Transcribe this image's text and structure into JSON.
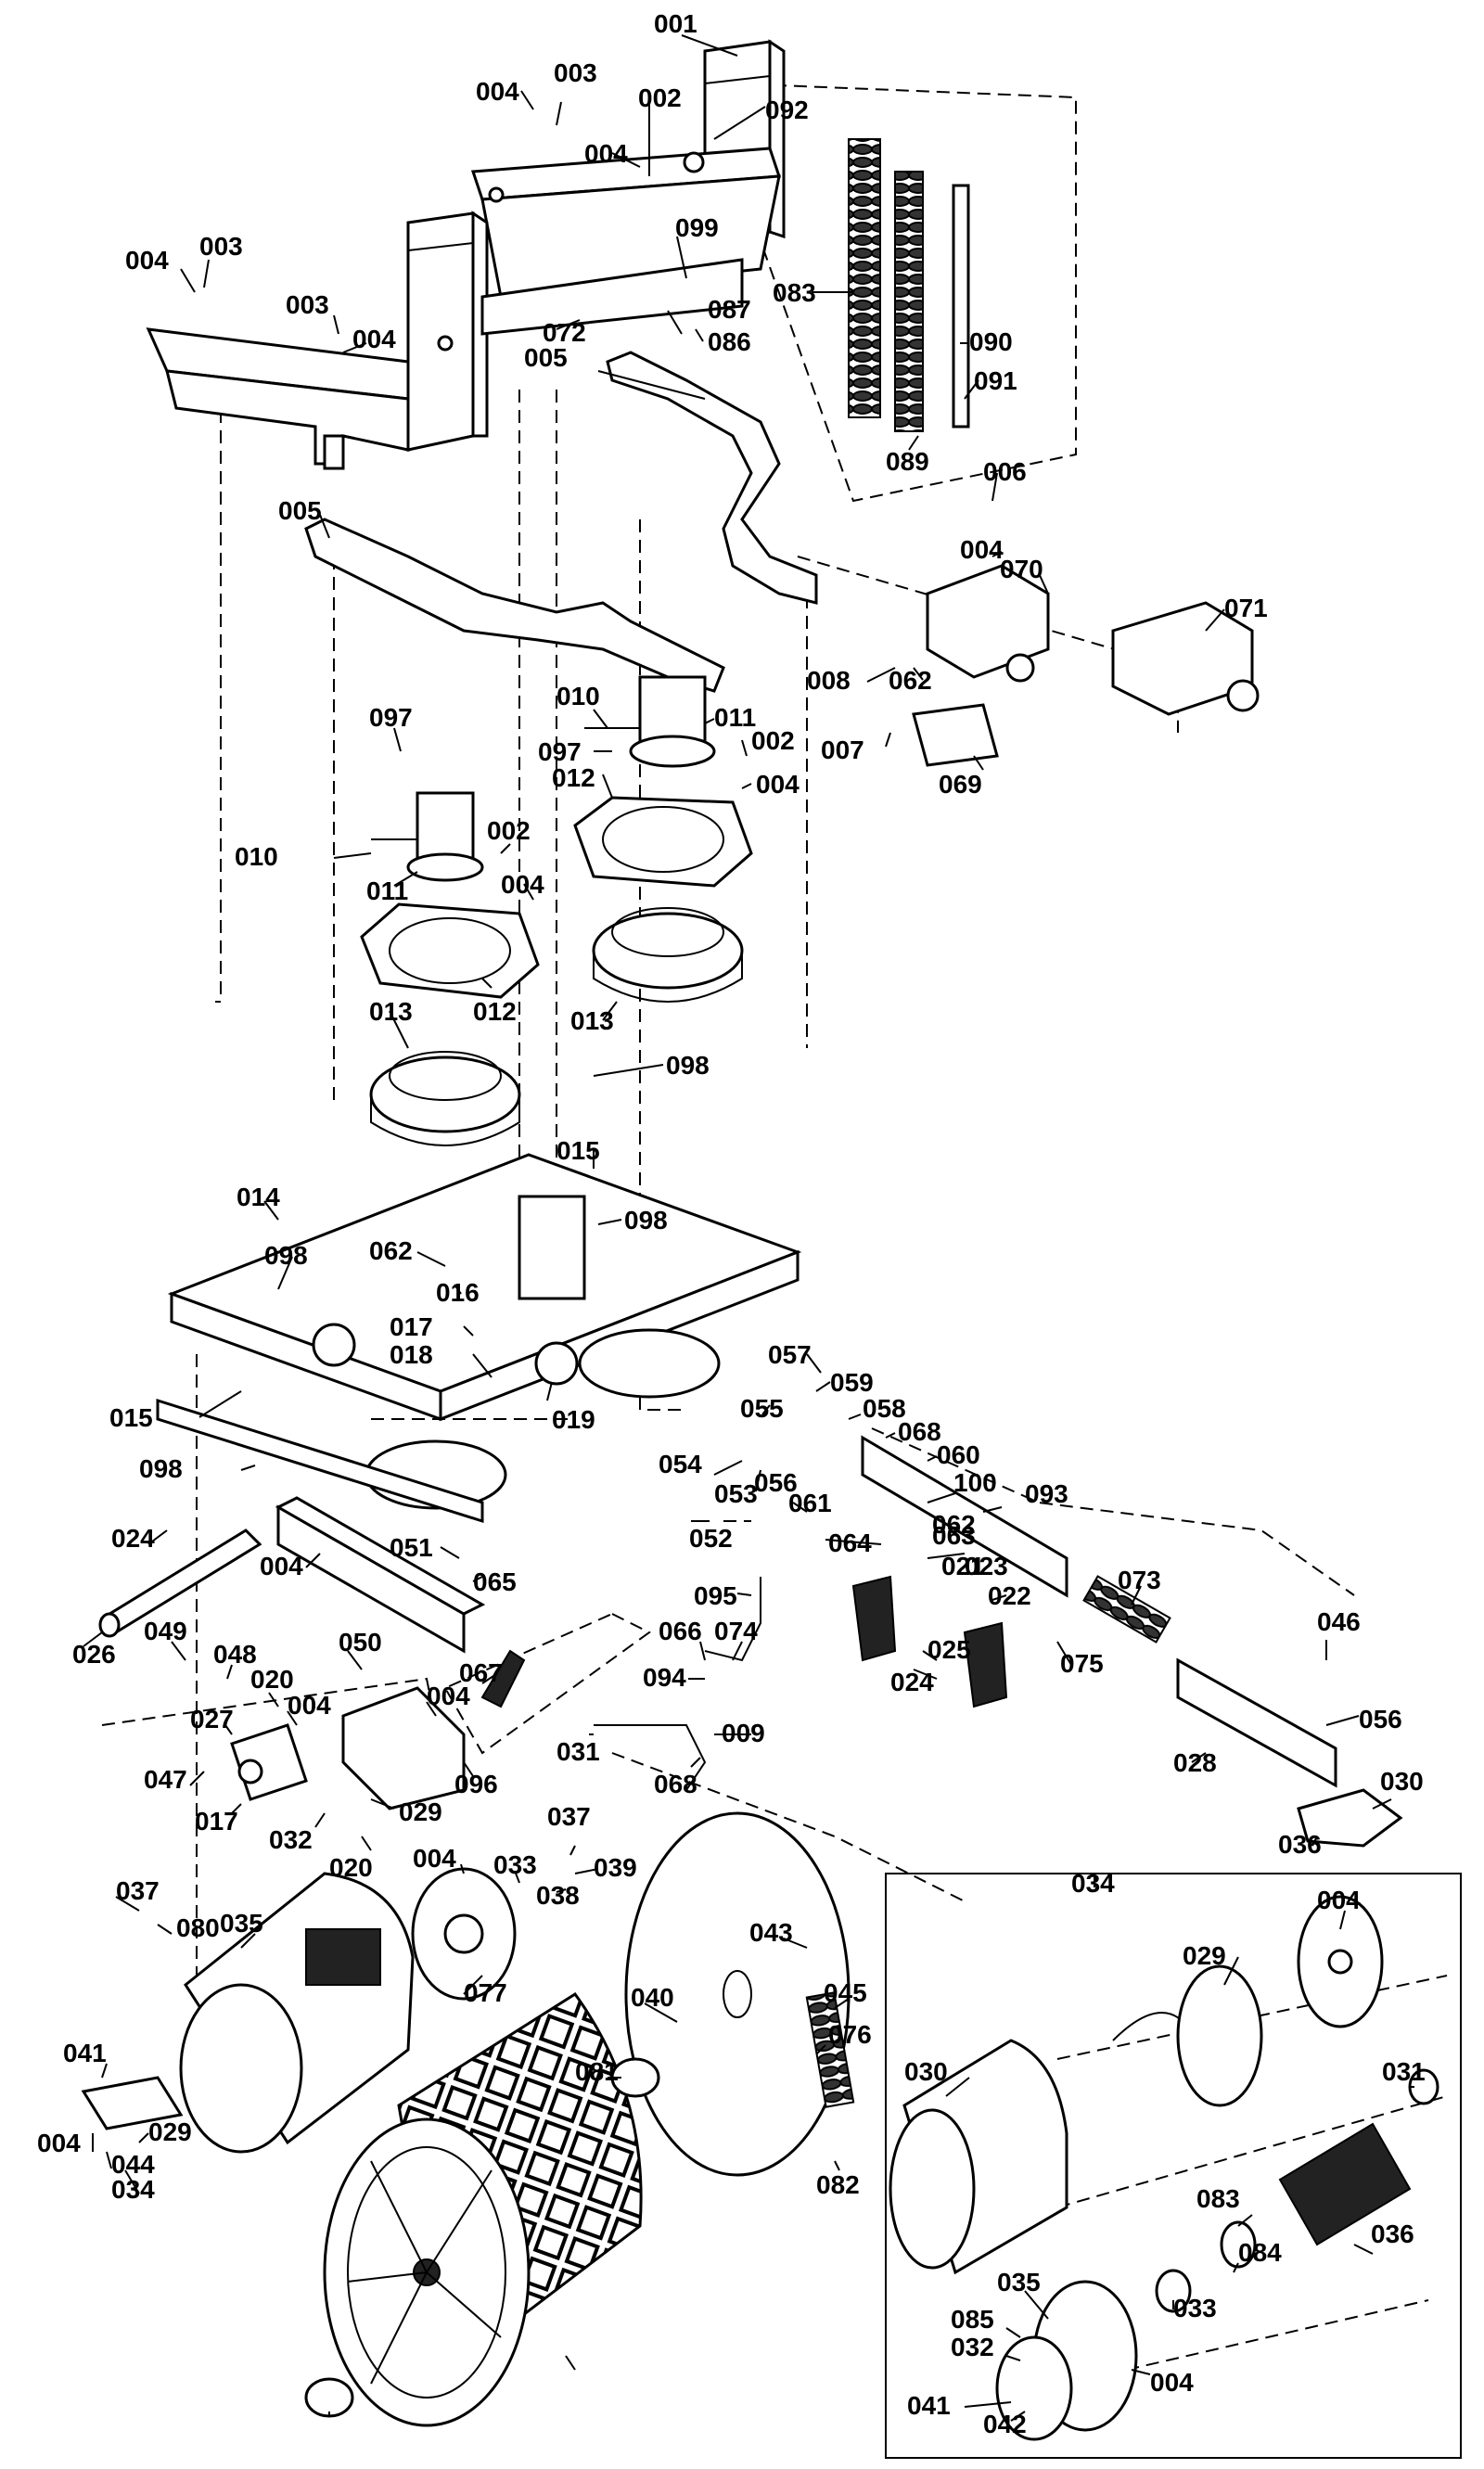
{
  "labels": [
    {
      "id": "l001",
      "text": "001"
    },
    {
      "id": "l003a",
      "text": "003"
    },
    {
      "id": "l004a",
      "text": "004"
    },
    {
      "id": "l002a",
      "text": "002"
    },
    {
      "id": "l004b",
      "text": "004"
    },
    {
      "id": "l092",
      "text": "092"
    },
    {
      "id": "l004c",
      "text": "004"
    },
    {
      "id": "l003b",
      "text": "003"
    },
    {
      "id": "l099",
      "text": "099"
    },
    {
      "id": "l083a",
      "text": "083"
    },
    {
      "id": "l003c",
      "text": "003"
    },
    {
      "id": "l004d",
      "text": "004"
    },
    {
      "id": "l072",
      "text": "072"
    },
    {
      "id": "l087",
      "text": "087"
    },
    {
      "id": "l086",
      "text": "086"
    },
    {
      "id": "l090",
      "text": "090"
    },
    {
      "id": "l005a",
      "text": "005"
    },
    {
      "id": "l091",
      "text": "091"
    },
    {
      "id": "l089",
      "text": "089"
    },
    {
      "id": "l006",
      "text": "006"
    },
    {
      "id": "l005b",
      "text": "005"
    },
    {
      "id": "l004e",
      "text": "004"
    },
    {
      "id": "l070",
      "text": "070"
    },
    {
      "id": "l071",
      "text": "071"
    },
    {
      "id": "l008",
      "text": "008"
    },
    {
      "id": "l062a",
      "text": "062"
    },
    {
      "id": "l010a",
      "text": "010"
    },
    {
      "id": "l011a",
      "text": "011"
    },
    {
      "id": "l097a",
      "text": "097"
    },
    {
      "id": "l097b",
      "text": "097"
    },
    {
      "id": "l002b",
      "text": "002"
    },
    {
      "id": "l007",
      "text": "007"
    },
    {
      "id": "l012a",
      "text": "012"
    },
    {
      "id": "l004f",
      "text": "004"
    },
    {
      "id": "l069",
      "text": "069"
    },
    {
      "id": "l002c",
      "text": "002"
    },
    {
      "id": "l010b",
      "text": "010"
    },
    {
      "id": "l004g",
      "text": "004"
    },
    {
      "id": "l011b",
      "text": "011"
    },
    {
      "id": "l012b",
      "text": "012"
    },
    {
      "id": "l013a",
      "text": "013"
    },
    {
      "id": "l013b",
      "text": "013"
    },
    {
      "id": "l098a",
      "text": "098"
    },
    {
      "id": "l015a",
      "text": "015"
    },
    {
      "id": "l014",
      "text": "014"
    },
    {
      "id": "l098b",
      "text": "098"
    },
    {
      "id": "l062b",
      "text": "062"
    },
    {
      "id": "l098c",
      "text": "098"
    },
    {
      "id": "l016",
      "text": "016"
    },
    {
      "id": "l017a",
      "text": "017"
    },
    {
      "id": "l018",
      "text": "018"
    },
    {
      "id": "l057",
      "text": "057"
    },
    {
      "id": "l059",
      "text": "059"
    },
    {
      "id": "l015b",
      "text": "015"
    },
    {
      "id": "l019",
      "text": "019"
    },
    {
      "id": "l055",
      "text": "055"
    },
    {
      "id": "l058",
      "text": "058"
    },
    {
      "id": "l068a",
      "text": "068"
    },
    {
      "id": "l060",
      "text": "060"
    },
    {
      "id": "l098d",
      "text": "098"
    },
    {
      "id": "l054",
      "text": "054"
    },
    {
      "id": "l056a",
      "text": "056"
    },
    {
      "id": "l100",
      "text": "100"
    },
    {
      "id": "l053",
      "text": "053"
    },
    {
      "id": "l061",
      "text": "061"
    },
    {
      "id": "l093",
      "text": "093"
    },
    {
      "id": "l062c",
      "text": "062"
    },
    {
      "id": "l052",
      "text": "052"
    },
    {
      "id": "l063",
      "text": "063"
    },
    {
      "id": "l064",
      "text": "064"
    },
    {
      "id": "l021",
      "text": "021"
    },
    {
      "id": "l023",
      "text": "023"
    },
    {
      "id": "l024a",
      "text": "024"
    },
    {
      "id": "l004h",
      "text": "004"
    },
    {
      "id": "l051",
      "text": "051"
    },
    {
      "id": "l065",
      "text": "065"
    },
    {
      "id": "l095",
      "text": "095"
    },
    {
      "id": "l022",
      "text": "022"
    },
    {
      "id": "l073",
      "text": "073"
    },
    {
      "id": "l026",
      "text": "026"
    },
    {
      "id": "l049",
      "text": "049"
    },
    {
      "id": "l050",
      "text": "050"
    },
    {
      "id": "l066",
      "text": "066"
    },
    {
      "id": "l074",
      "text": "074"
    },
    {
      "id": "l025",
      "text": "025"
    },
    {
      "id": "l048",
      "text": "048"
    },
    {
      "id": "l067",
      "text": "067"
    },
    {
      "id": "l094",
      "text": "094"
    },
    {
      "id": "l024b",
      "text": "024"
    },
    {
      "id": "l075",
      "text": "075"
    },
    {
      "id": "l046",
      "text": "046"
    },
    {
      "id": "l020a",
      "text": "020"
    },
    {
      "id": "l004i",
      "text": "004"
    },
    {
      "id": "l004j",
      "text": "004"
    },
    {
      "id": "l027",
      "text": "027"
    },
    {
      "id": "l056b",
      "text": "056"
    },
    {
      "id": "l047",
      "text": "047"
    },
    {
      "id": "l031a",
      "text": "031"
    },
    {
      "id": "l009",
      "text": "009"
    },
    {
      "id": "l096",
      "text": "096"
    },
    {
      "id": "l068b",
      "text": "068"
    },
    {
      "id": "l028",
      "text": "028"
    },
    {
      "id": "l030a",
      "text": "030"
    },
    {
      "id": "l017b",
      "text": "017"
    },
    {
      "id": "l029a",
      "text": "029"
    },
    {
      "id": "l032a",
      "text": "032"
    },
    {
      "id": "l020b",
      "text": "020"
    },
    {
      "id": "l037a",
      "text": "037"
    },
    {
      "id": "l036a",
      "text": "036"
    },
    {
      "id": "l034a",
      "text": "034"
    },
    {
      "id": "l004k",
      "text": "004"
    },
    {
      "id": "l033a",
      "text": "033"
    },
    {
      "id": "l039",
      "text": "039"
    },
    {
      "id": "l038",
      "text": "038"
    },
    {
      "id": "l037b",
      "text": "037"
    },
    {
      "id": "l080",
      "text": "080"
    },
    {
      "id": "l035a",
      "text": "035"
    },
    {
      "id": "l004l",
      "text": "004"
    },
    {
      "id": "l077",
      "text": "077"
    },
    {
      "id": "l043",
      "text": "043"
    },
    {
      "id": "l029b",
      "text": "029"
    },
    {
      "id": "l040",
      "text": "040"
    },
    {
      "id": "l045",
      "text": "045"
    },
    {
      "id": "l041a",
      "text": "041"
    },
    {
      "id": "l076",
      "text": "076"
    },
    {
      "id": "l081",
      "text": "081"
    },
    {
      "id": "l030b",
      "text": "030"
    },
    {
      "id": "l031b",
      "text": "031"
    },
    {
      "id": "l004m",
      "text": "004"
    },
    {
      "id": "l029c",
      "text": "029"
    },
    {
      "id": "l044",
      "text": "044"
    },
    {
      "id": "l034b",
      "text": "034"
    },
    {
      "id": "l082",
      "text": "082"
    },
    {
      "id": "l083b",
      "text": "083"
    },
    {
      "id": "l036b",
      "text": "036"
    },
    {
      "id": "l084",
      "text": "084"
    },
    {
      "id": "l035b",
      "text": "035"
    },
    {
      "id": "l033b",
      "text": "033"
    },
    {
      "id": "l085",
      "text": "085"
    },
    {
      "id": "l032b",
      "text": "032"
    },
    {
      "id": "l004n",
      "text": "004"
    },
    {
      "id": "l041b",
      "text": "041"
    },
    {
      "id": "l042",
      "text": "042"
    }
  ]
}
